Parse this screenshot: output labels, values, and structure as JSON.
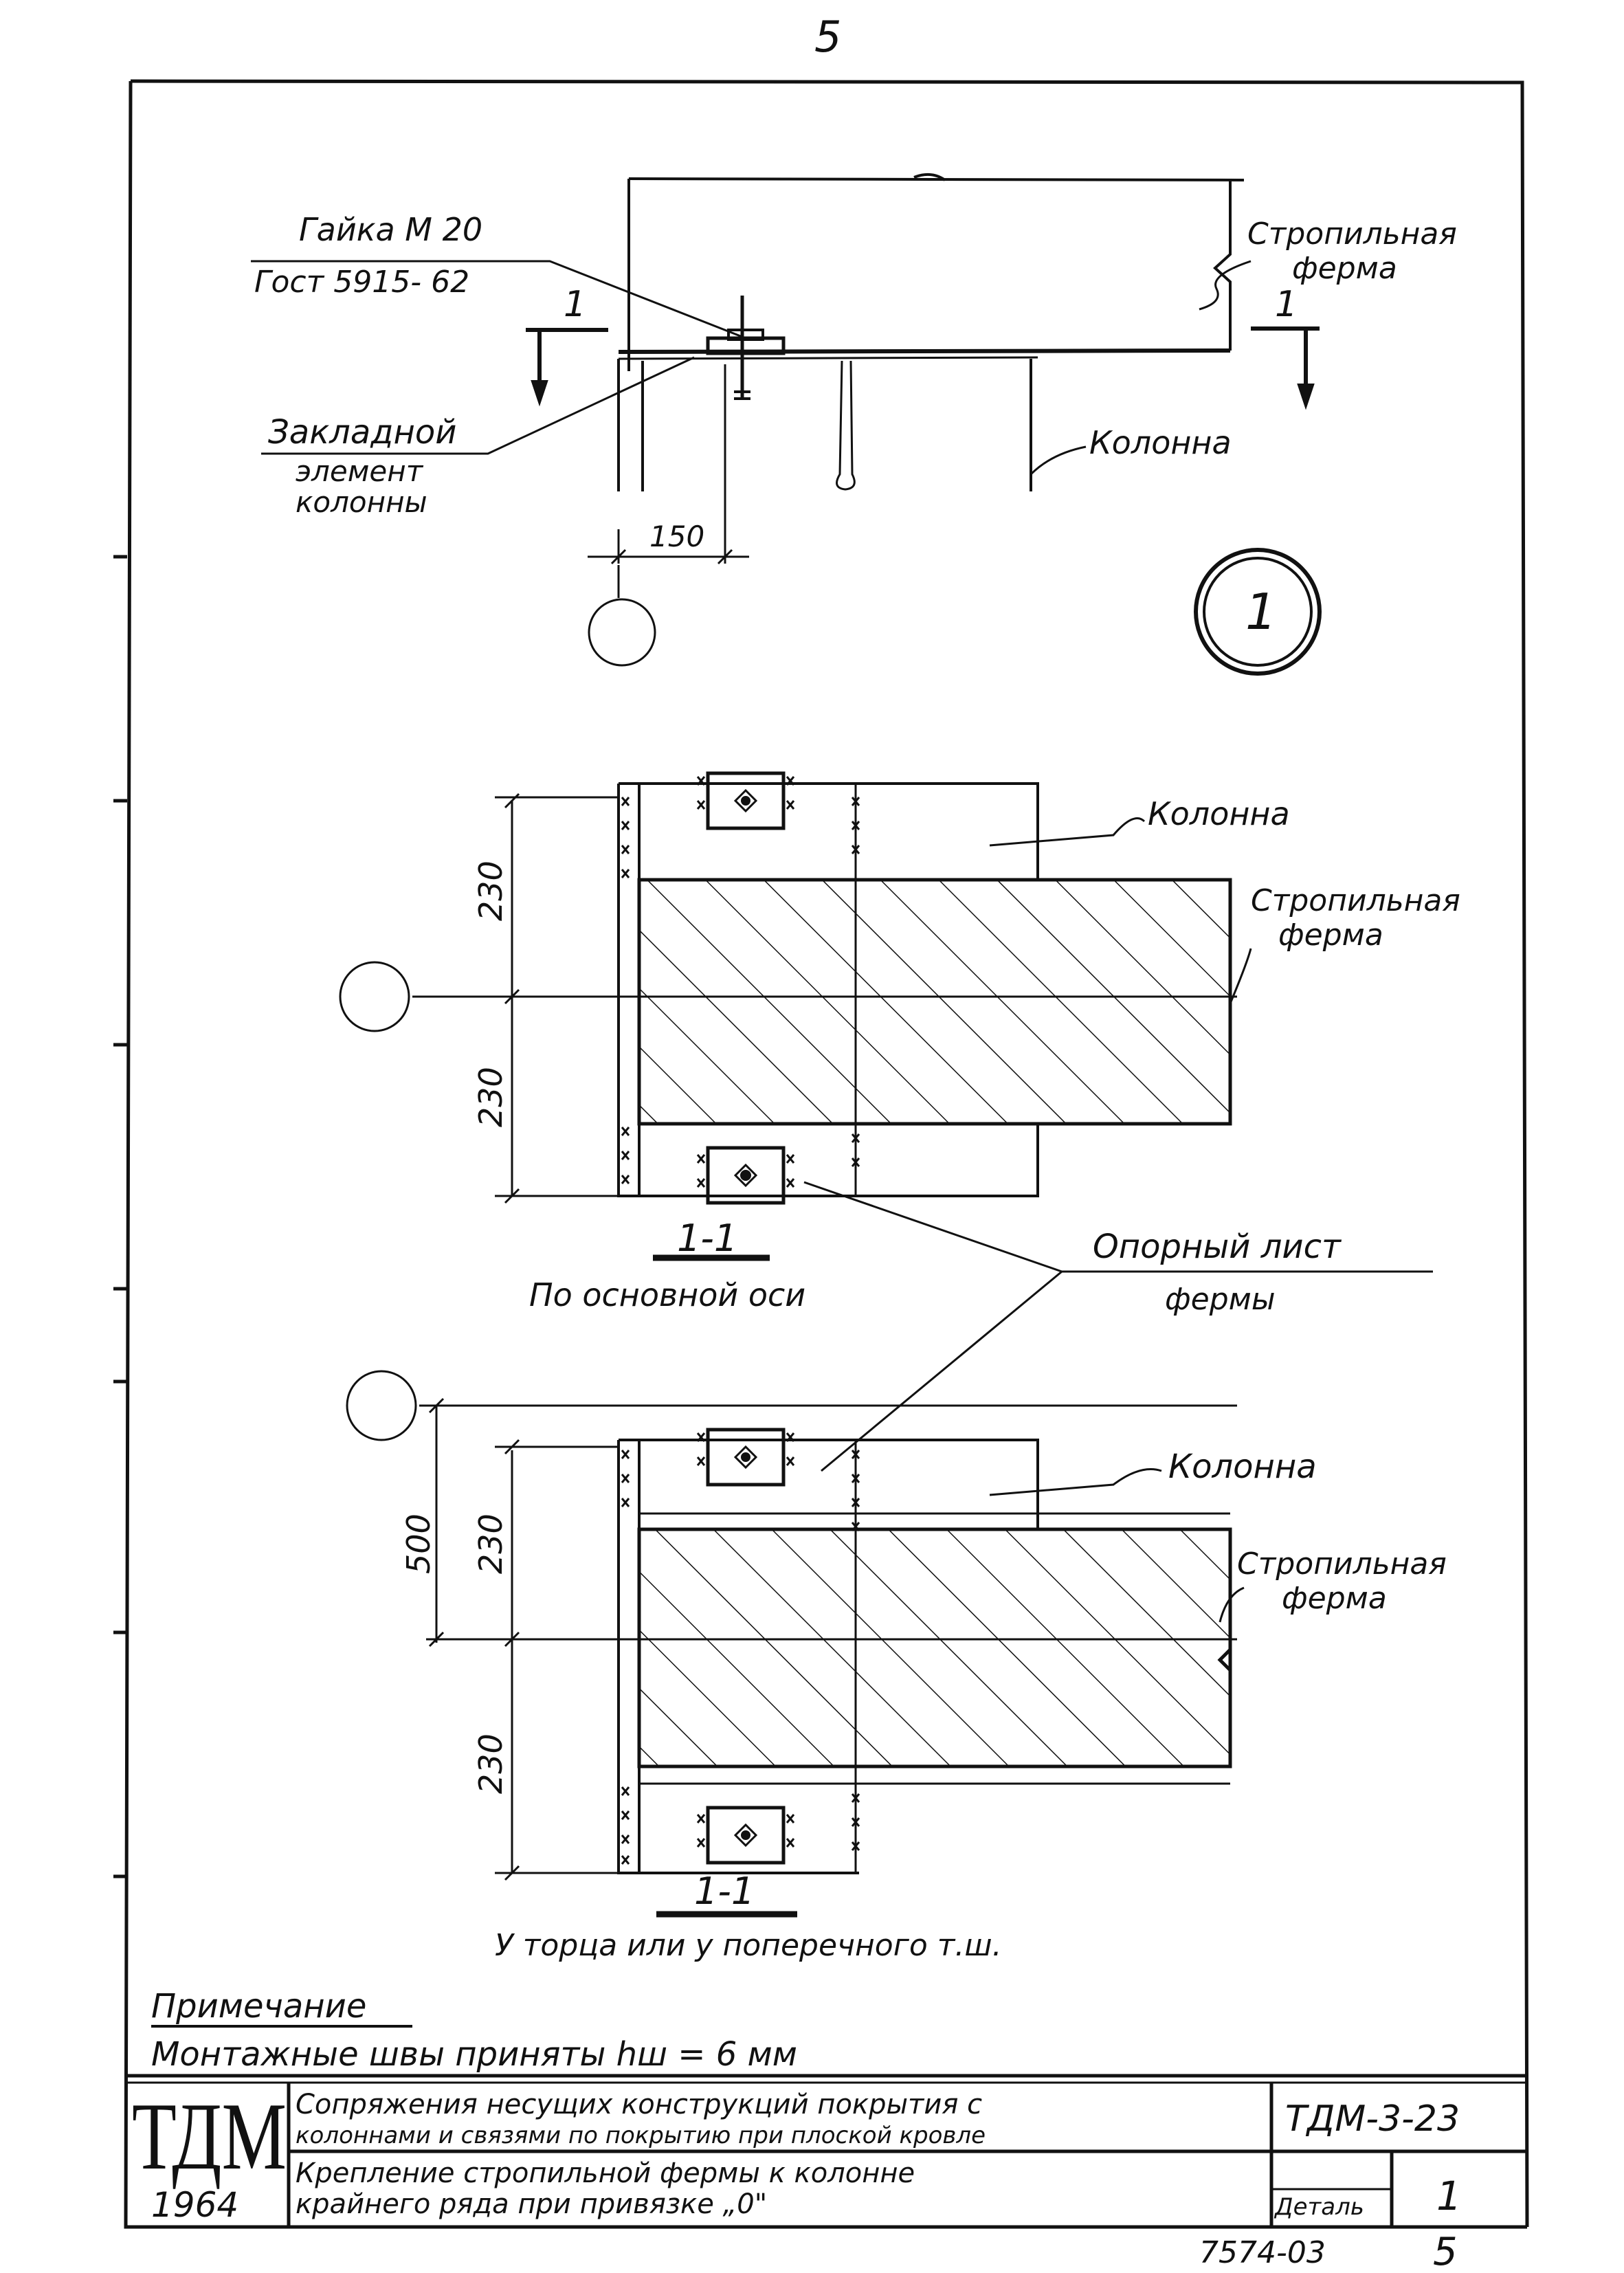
{
  "page_number": "5",
  "detail1": {
    "nut_label_1": "Гайка М 20",
    "nut_label_2": "Гост 5915- 62",
    "truss_label_1": "Стропильная",
    "truss_label_2": "ферма",
    "section_mark": "1",
    "embedded_label_1": "Закладной",
    "embedded_label_2": "элемент",
    "embedded_label_3": "колонны",
    "column_label": "Колонна",
    "dim_150": "150",
    "detail_callout": "1"
  },
  "section_a": {
    "column_label": "Колонна",
    "truss_label_1": "Стропильная",
    "truss_label_2": "ферма",
    "dim_top": "230",
    "dim_bottom": "230",
    "title": "1-1",
    "subtitle": "По основной оси"
  },
  "support_sheet": {
    "label_1": "Опорный лист",
    "label_2": "фермы"
  },
  "section_b": {
    "column_label": "Колонна",
    "truss_label_1": "Стропильная",
    "truss_label_2": "ферма",
    "dim_total": "500",
    "dim_top": "230",
    "dim_bottom": "230",
    "title": "1-1",
    "subtitle": "У торца или у поперечного т.ш."
  },
  "note": {
    "heading": "Примечание",
    "text": "Монтажные швы приняты hш = 6 мм"
  },
  "title_block": {
    "logo": "ТДМ",
    "year": "1964",
    "title_1": "Сопряжения несущих конструкций покрытия с",
    "title_2": "колоннами и связями по покрытию при плоской кровле",
    "subtitle_1": "Крепление стропильной фермы к колонне",
    "subtitle_2": "крайнего ряда при привязке „0\"",
    "code": "ТДМ-3-23",
    "detail_label": "Деталь",
    "detail_no": "1",
    "archive_no": "7574-03",
    "sheet_no": "5"
  }
}
